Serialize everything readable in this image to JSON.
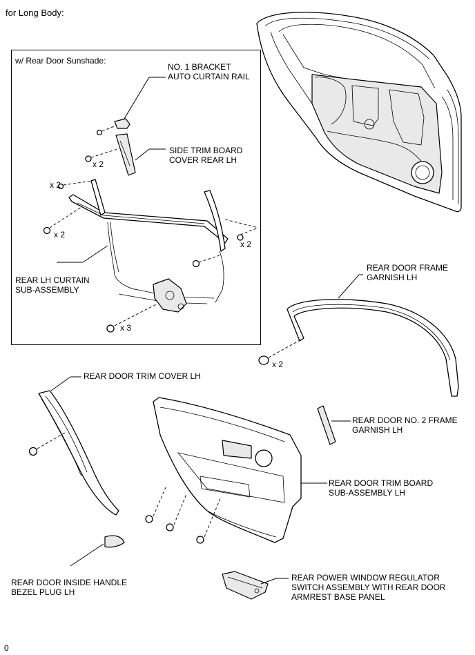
{
  "header": {
    "title": "for Long Body:"
  },
  "inset": {
    "title": "w/ Rear Door Sunshade:"
  },
  "labels": {
    "bracket": "NO. 1 BRACKET\nAUTO CURTAIN RAIL",
    "side_trim": "SIDE TRIM BOARD\nCOVER REAR LH",
    "curtain": "REAR LH CURTAIN\nSUB-ASSEMBLY",
    "frame_garnish": "REAR DOOR FRAME\nGARNISH LH",
    "trim_cover": "REAR DOOR TRIM COVER LH",
    "no2_garnish": "REAR DOOR NO. 2 FRAME\nGARNISH LH",
    "trim_board": "REAR DOOR TRIM BOARD\nSUB-ASSEMBLY LH",
    "handle_plug": "REAR DOOR INSIDE HANDLE\nBEZEL PLUG LH",
    "power_window": "REAR POWER WINDOW REGULATOR\nSWITCH ASSEMBLY WITH REAR DOOR\nARMREST BASE PANEL"
  },
  "quantities": {
    "side_trim_screws": "x 2",
    "rail_top_screws": "x 2",
    "rail_left_screws": "x 2",
    "rail_right_screws": "x 2",
    "motor_screws": "x 3",
    "garnish_clips": "x 2"
  },
  "footer": {
    "code": "0"
  }
}
